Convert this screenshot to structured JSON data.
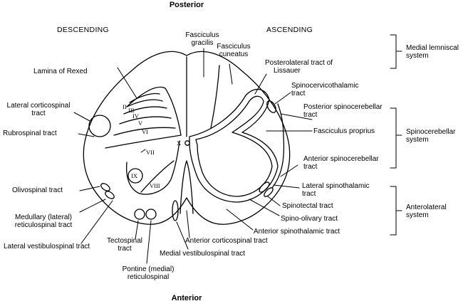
{
  "orientation": {
    "posterior": "Posterior",
    "anterior": "Anterior"
  },
  "headings": {
    "descending": "DESCENDING",
    "ascending": "ASCENDING"
  },
  "left_labels": {
    "lamina": "Lamina of Rexed",
    "lateral_corticospinal": [
      "Lateral corticospinal",
      "tract"
    ],
    "rubrospinal": "Rubrospinal tract",
    "olivospinal": "Olivospinal tract",
    "medullary_reticulospinal": [
      "Medullary (lateral)",
      "reticulospinal tract"
    ],
    "lateral_vestibulospinal": "Lateral vestibulospinal tract",
    "tectospinal": [
      "Tectospinal",
      "tract"
    ],
    "pontine_reticulospinal": [
      "Pontine (medial)",
      "reticulospinal"
    ]
  },
  "center_labels": {
    "fasciculus_gracilis": [
      "Fasciculus",
      "gracilis"
    ],
    "fasciculus_cuneatus": [
      "Fasciculus",
      "cuneatus"
    ],
    "anterior_corticospinal": "Anterior corticospinal tract",
    "medial_vestibulospinal": "Medial vestibulospinal tract"
  },
  "right_labels": {
    "posterolateral_lissauer": [
      "Posterolateral tract of",
      "Lissauer"
    ],
    "spinocervicothalamic": [
      "Spinocervicothalamic",
      "tract"
    ],
    "posterior_spinocerebellar": [
      "Posterior spinocerebellar",
      "tract"
    ],
    "fasciculus_proprius": "Fasciculus proprius",
    "anterior_spinocerebellar": [
      "Anterior spinocerebellar",
      "tract"
    ],
    "lateral_spinothalamic": [
      "Lateral spinothalamic",
      "tract"
    ],
    "spinotectal": "Spinotectal tract",
    "spino_olivary": "Spino-olivary tract",
    "anterior_spinothalamic": "Anterior spinothalamic tract"
  },
  "systems": {
    "medial_lemniscal": [
      "Medial lemniscal",
      "system"
    ],
    "spinocerebellar": [
      "Spinocerebellar",
      "system"
    ],
    "anterolateral": [
      "Anterolateral",
      "system"
    ]
  },
  "laminae": [
    "II",
    "III",
    "IV",
    "V",
    "VI",
    "VII",
    "VIII",
    "IX",
    "X"
  ]
}
